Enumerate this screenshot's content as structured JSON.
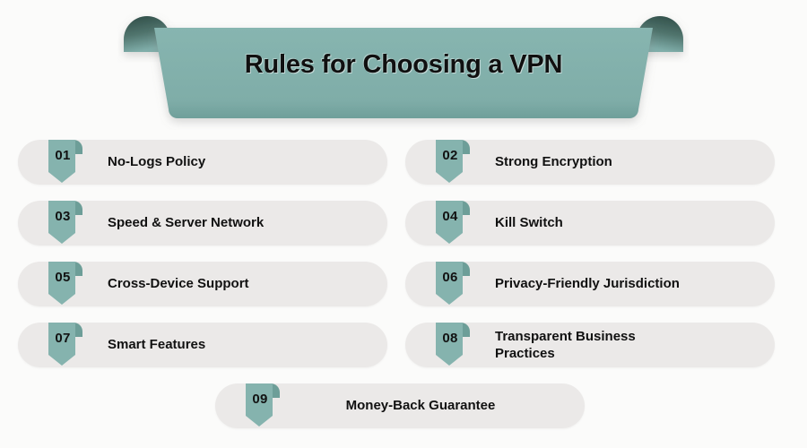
{
  "page": {
    "background_color": "#fbfbfa",
    "accent_color": "#85b3ae",
    "accent_dark_color": "#36564f",
    "pill_color": "#ebe9e8",
    "text_color": "#111111"
  },
  "header": {
    "title": "Rules for Choosing a VPN",
    "shape": "trapezoid-banner-with-folded-corners"
  },
  "items": [
    {
      "number": "01",
      "label": "No-Logs Policy"
    },
    {
      "number": "02",
      "label": "Strong Encryption"
    },
    {
      "number": "03",
      "label": "Speed & Server Network"
    },
    {
      "number": "04",
      "label": "Kill Switch"
    },
    {
      "number": "05",
      "label": "Cross-Device Support"
    },
    {
      "number": "06",
      "label": "Privacy-Friendly Jurisdiction"
    },
    {
      "number": "07",
      "label": "Smart Features"
    },
    {
      "number": "08",
      "label": "Transparent Business Practices"
    },
    {
      "number": "09",
      "label": "Money-Back Guarantee"
    }
  ]
}
